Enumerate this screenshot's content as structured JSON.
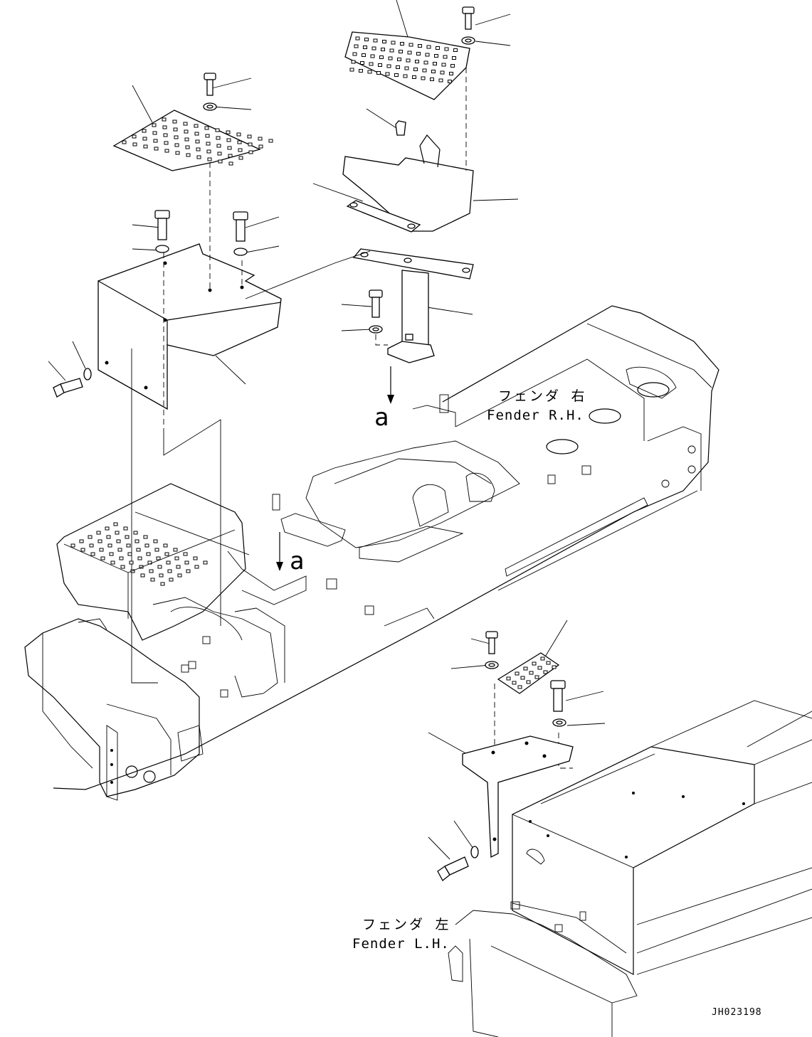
{
  "labels": {
    "fender_rh_jp": "フェンダ 右",
    "fender_rh_en": "Fender R.H.",
    "fender_lh_jp": "フェンダ 左",
    "fender_lh_en": "Fender L.H.",
    "view_marker_upper": "a",
    "view_marker_lower": "a",
    "drawing_number": "JH023198"
  },
  "line_color": "#000000",
  "background_color": "#ffffff"
}
